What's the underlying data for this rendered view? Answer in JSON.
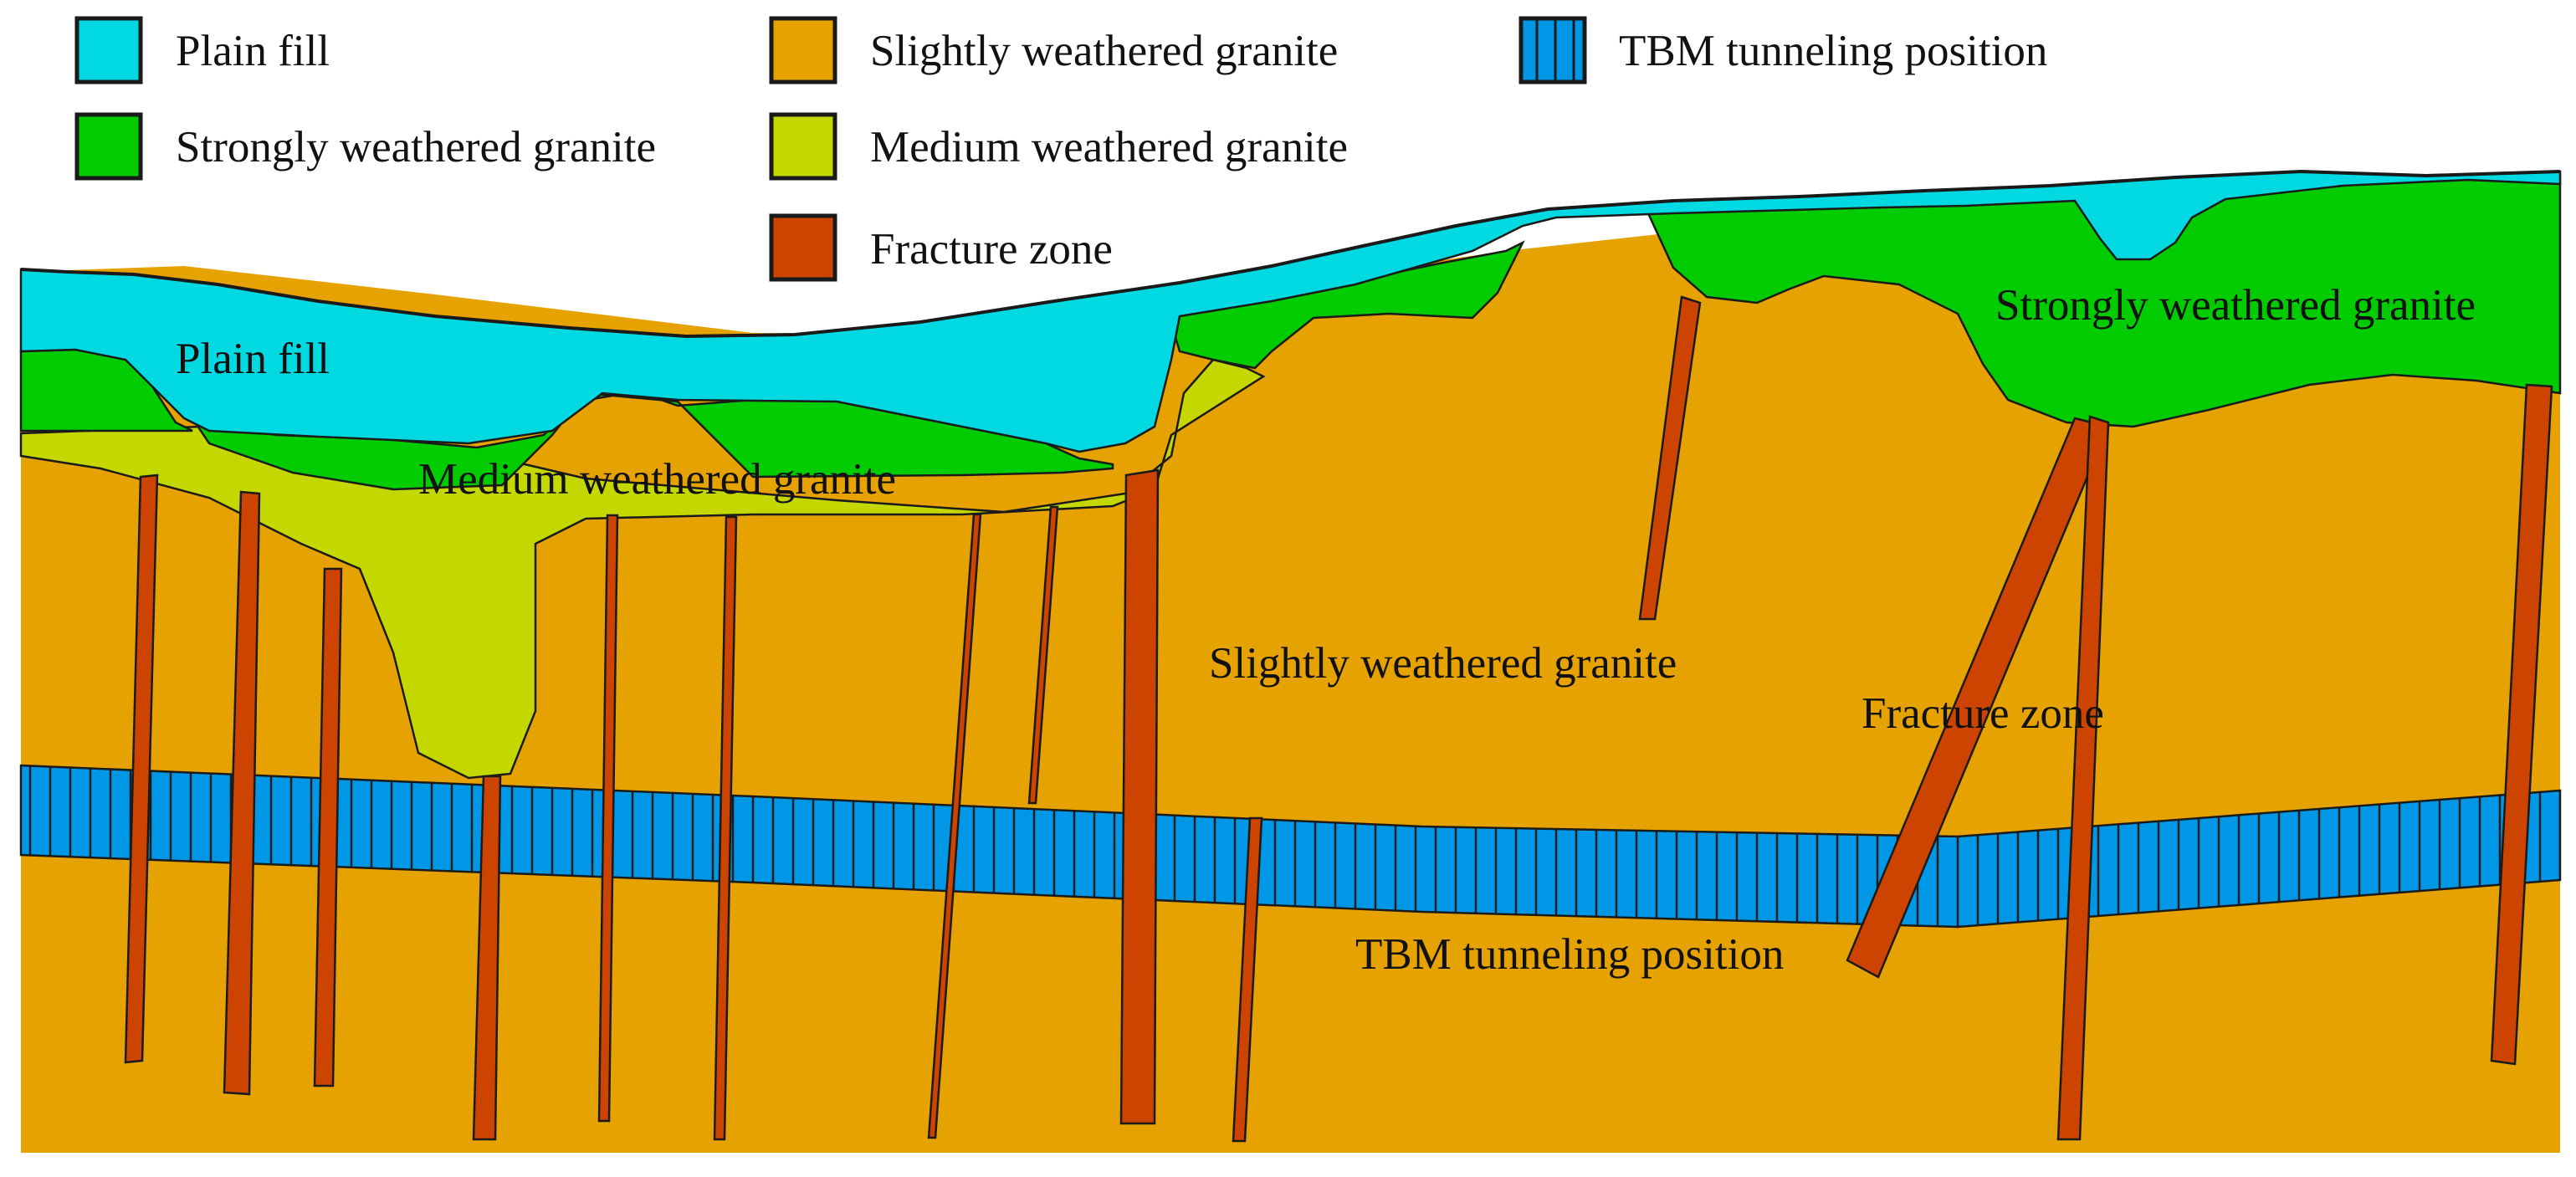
{
  "legend": {
    "items": [
      {
        "key": "plain_fill",
        "label": "Plain fill",
        "color": "#00d9e1"
      },
      {
        "key": "strong",
        "label": "Strongly weathered granite",
        "color": "#00cc00"
      },
      {
        "key": "slight",
        "label": "Slightly weathered granite",
        "color": "#e6a200"
      },
      {
        "key": "medium",
        "label": "Medium weathered granite",
        "color": "#c4d800"
      },
      {
        "key": "fracture",
        "label": "Fracture zone",
        "color": "#cc4400"
      },
      {
        "key": "tbm",
        "label": "TBM tunneling position",
        "color": "#0098e6"
      }
    ]
  },
  "labels": {
    "plain_fill": "Plain fill",
    "medium": "Medium weathered granite",
    "slight": "Slightly weathered granite",
    "strong": "Strongly weathered granite",
    "fracture": "Fracture zone",
    "tbm": "TBM tunneling position"
  },
  "colors": {
    "plain_fill": "#00d9e1",
    "strong": "#00cc00",
    "medium": "#c4d800",
    "slight": "#e6a200",
    "fracture": "#cc4400",
    "tbm": "#0098e6",
    "outline": "#1a1a1a"
  }
}
